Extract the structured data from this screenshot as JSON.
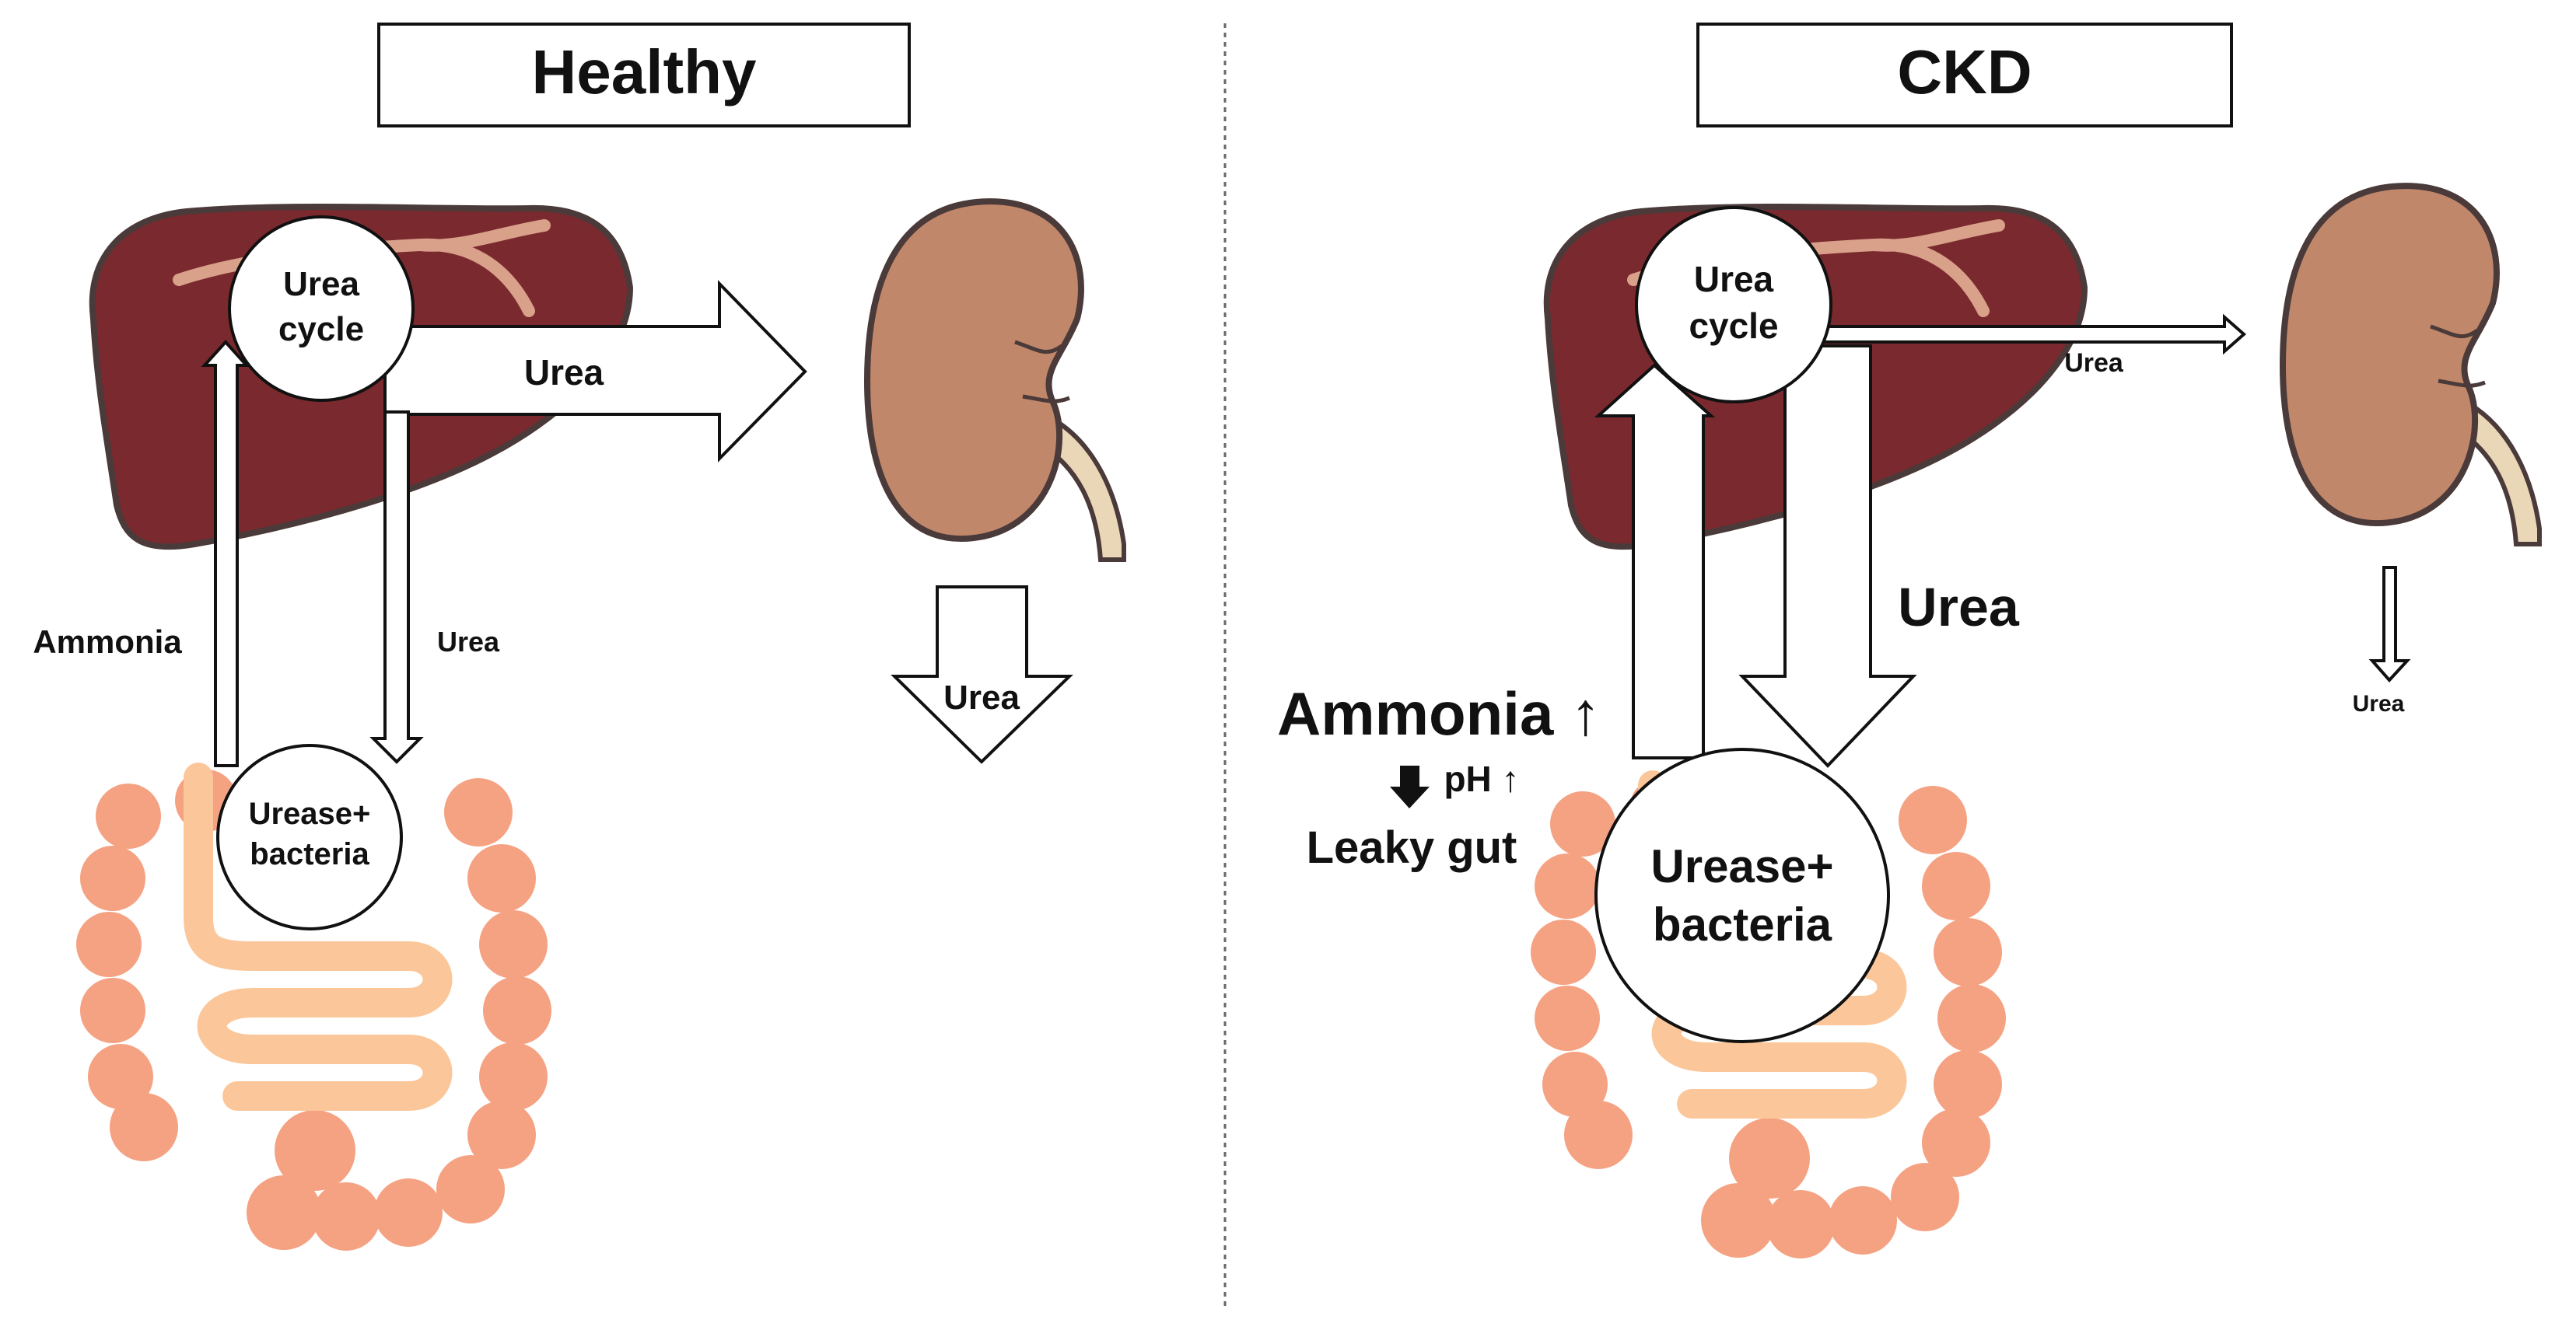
{
  "healthy": {
    "title": "Healthy",
    "liver_label_line1": "Urea",
    "liver_label_line2": "cycle",
    "urea_to_kidney": "Urea",
    "kidney_output": "Urea",
    "ammonia_label": "Ammonia",
    "urea_to_gut": "Urea",
    "gut_label_line1": "Urease+",
    "gut_label_line2": "bacteria"
  },
  "ckd": {
    "title": "CKD",
    "liver_label_line1": "Urea",
    "liver_label_line2": "cycle",
    "urea_to_kidney": "Urea",
    "kidney_output": "Urea",
    "ammonia_label": "Ammonia ↑",
    "ph_label": "pH ↑",
    "leaky_gut_label": "Leaky gut",
    "urea_to_gut": "Urea",
    "gut_label_line1": "Urease+",
    "gut_label_line2": "bacteria"
  },
  "colors": {
    "liver": "#7a2a2e",
    "liver_vessel": "#d9a08a",
    "kidney": "#c1876a",
    "ureter": "#ead7b8",
    "colon": "#f5a283",
    "small_intestine": "#fbc79a"
  }
}
